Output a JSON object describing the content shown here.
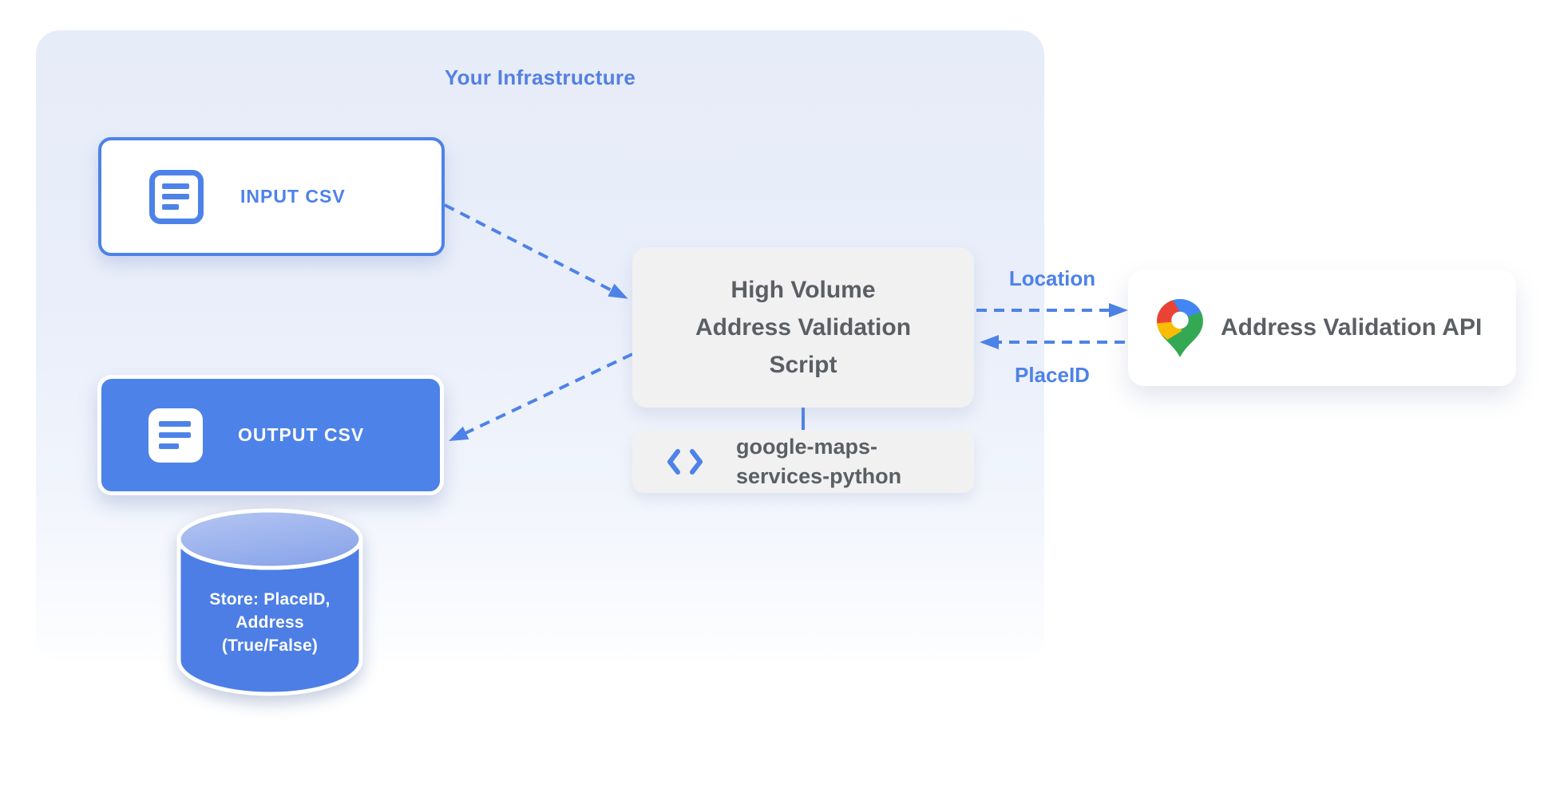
{
  "panel": {
    "title": "Your Infrastructure"
  },
  "nodes": {
    "input_csv": {
      "label": "INPUT CSV",
      "icon": "document-icon"
    },
    "output_csv": {
      "label": "OUTPUT CSV",
      "icon": "document-icon"
    },
    "datastore": {
      "label": "Store: PlaceID,\nAddress\n(True/False)",
      "icon": "database-cylinder"
    },
    "script": {
      "label": "High Volume\nAddress Validation\nScript"
    },
    "library": {
      "label": "google-maps-\nservices-python",
      "icon": "code-icon"
    },
    "api": {
      "label": "Address Validation API",
      "icon": "google-maps-pin-icon"
    }
  },
  "edges": {
    "location_label": "Location",
    "placeid_label": "PlaceID"
  },
  "colors": {
    "accent_blue": "#4D82E8",
    "title_blue": "#5480E2",
    "text_gray": "#5B5F64",
    "panel_blue": "#E7ECF9",
    "box_gray": "#F1F1F2",
    "cylinder_top_light": "#B6C6F3",
    "cylinder_top_dark": "#8CA7EA",
    "pin_red": "#EA4335",
    "pin_blue": "#4285F4",
    "pin_yellow": "#FBBC04",
    "pin_green": "#34A853"
  }
}
